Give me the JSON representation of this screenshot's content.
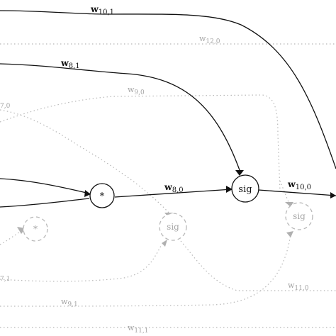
{
  "nodes": {
    "mul_main": {
      "label": "*"
    },
    "sig_main": {
      "label": "sig"
    },
    "sig_a": {
      "label": "sig"
    },
    "sig_b": {
      "label": "sig"
    },
    "mul_ghost": {
      "label": "*"
    }
  },
  "edges": {
    "w10_1": {
      "base": "w",
      "sub": "10,1"
    },
    "w12_0": {
      "base": "w",
      "sub": "12,0"
    },
    "w8_1": {
      "base": "w",
      "sub": "8,1"
    },
    "w9_0": {
      "base": "w",
      "sub": "9,0"
    },
    "w7_0": {
      "base": "",
      "sub": "7,0"
    },
    "w8_0": {
      "base": "w",
      "sub": "8,0"
    },
    "w10_0": {
      "base": "w",
      "sub": "10,0"
    },
    "w7_1": {
      "base": "",
      "sub": "7,1"
    },
    "w11_0": {
      "base": "w",
      "sub": "11,0"
    },
    "w9_1": {
      "base": "w",
      "sub": "9,1"
    },
    "w11_1": {
      "base": "w",
      "sub": "11,1"
    }
  },
  "colors": {
    "solid": "#111111",
    "dotted": "#b8b8b8"
  }
}
